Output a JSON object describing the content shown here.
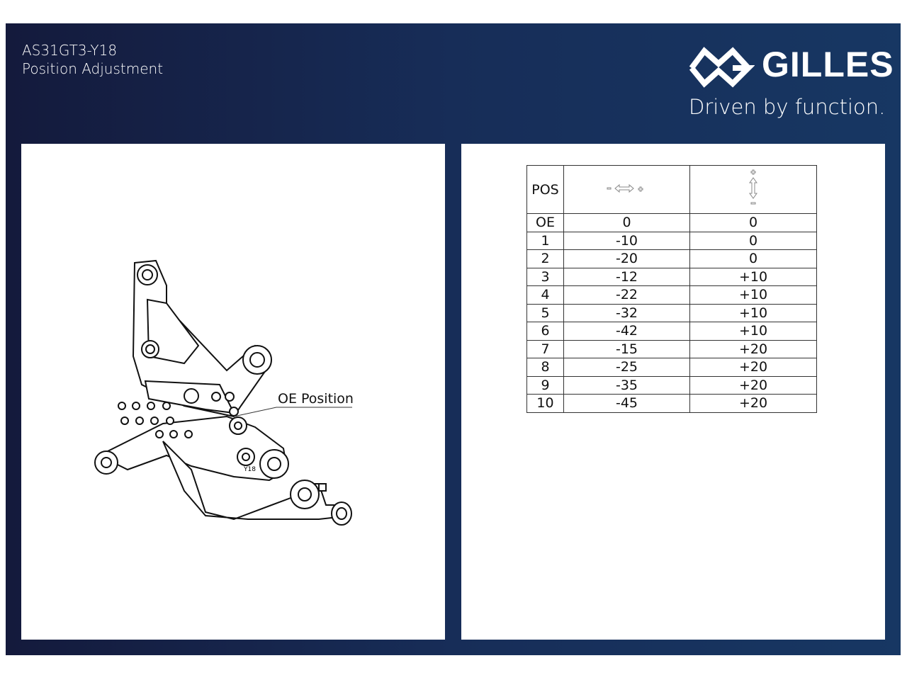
{
  "header": {
    "model": "AS31GT3-Y18",
    "subtitle": "Position Adjustment",
    "brand": "GILLES",
    "tagline": "Driven by function."
  },
  "drawing": {
    "callout": "OE Position",
    "part_label": "Y18"
  },
  "table": {
    "headers": [
      "POS",
      "horizontal-arrow-icon",
      "vertical-arrow-icon"
    ],
    "rows": [
      [
        "OE",
        "0",
        "0"
      ],
      [
        "1",
        "-10",
        "0"
      ],
      [
        "2",
        "-20",
        "0"
      ],
      [
        "3",
        "-12",
        "+10"
      ],
      [
        "4",
        "-22",
        "+10"
      ],
      [
        "5",
        "-32",
        "+10"
      ],
      [
        "6",
        "-42",
        "+10"
      ],
      [
        "7",
        "-15",
        "+20"
      ],
      [
        "8",
        "-25",
        "+20"
      ],
      [
        "9",
        "-35",
        "+20"
      ],
      [
        "10",
        "-45",
        "+20"
      ]
    ]
  },
  "colors": {
    "bg_left": "#141a3c",
    "bg_right": "#173763"
  }
}
